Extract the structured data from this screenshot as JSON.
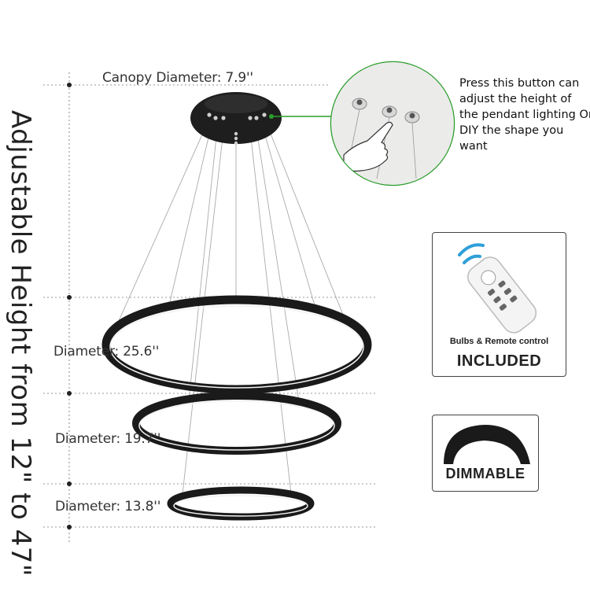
{
  "side_label": "Adjustable Height from 12\" to 47\"",
  "dimensions": {
    "canopy": "Canopy Diameter: 7.9''",
    "ring_large": "Diameter: 25.6''",
    "ring_medium": "Diameter: 19.7''",
    "ring_small": "Diameter: 13.8''"
  },
  "callout": {
    "text": "Press this button can adjust the height of the pendant lighting Or DIY the shape you want"
  },
  "remote_box": {
    "caption": "Bulbs & Remote control",
    "headline": "INCLUDED"
  },
  "dimmable_box": {
    "label": "DIMMABLE"
  },
  "colors": {
    "callout_line": "#2a9d2a",
    "fixture": "#1a1a1a",
    "guide_line": "#999999"
  }
}
